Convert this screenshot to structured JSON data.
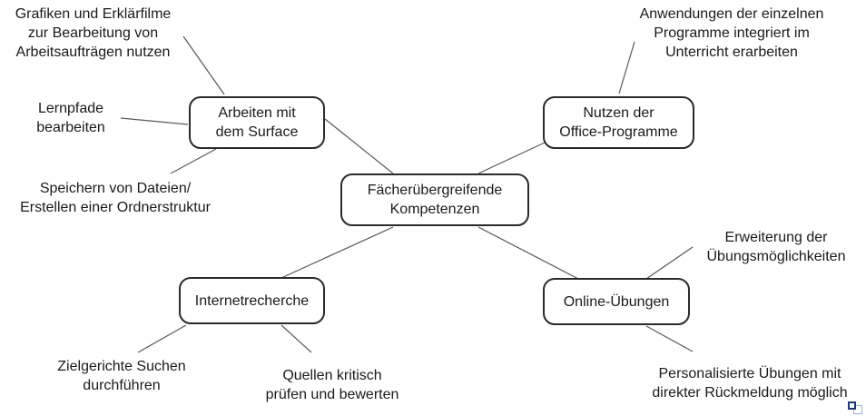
{
  "mindmap": {
    "center_node": {
      "label": "Fächerübergreifende\nKompetenzen"
    },
    "nodes": {
      "surface": {
        "label": "Arbeiten mit\ndem Surface"
      },
      "office": {
        "label": "Nutzen der\nOffice-Programme"
      },
      "internet": {
        "label": "Internetrecherche"
      },
      "online": {
        "label": "Online-Übungen"
      }
    },
    "leaves": {
      "grafiken": {
        "text": "Grafiken und Erklärfilme\nzur Bearbeitung von\nArbeitsaufträgen nutzen"
      },
      "lernpfade": {
        "text": "Lernpfade\nbearbeiten"
      },
      "speichern": {
        "text": "Speichern von Dateien/\nErstellen einer Ordnerstruktur"
      },
      "anwendungen": {
        "text": "Anwendungen der einzelnen\nProgramme integriert im\nUnterricht erarbeiten"
      },
      "erweiterung": {
        "text": "Erweiterung der\nÜbungsmöglichkeiten"
      },
      "zielgerichte": {
        "text": "Zielgerichte Suchen\ndurchführen"
      },
      "quellen": {
        "text": "Quellen kritisch\nprüfen und bewerten"
      },
      "personalisierte": {
        "text": "Personalisierte Übungen mit\ndirekter Rückmeldung möglich"
      }
    },
    "colors": {
      "background": "#ffffff",
      "box_border": "#2b2b2b",
      "connector": "#595959",
      "text": "#1a1a1a",
      "marker_icon_dark": "#1f3a7a",
      "marker_icon_light": "#9ab3d5"
    },
    "icons": {
      "corner_marker": "object-marker-icon"
    }
  }
}
